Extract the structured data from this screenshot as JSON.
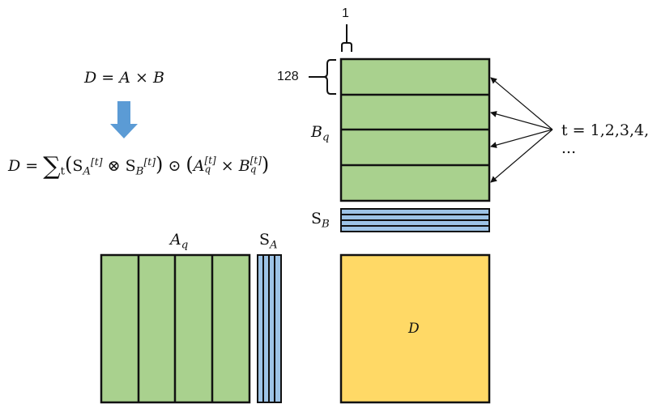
{
  "equations": {
    "top": "D = A × B",
    "bottom_prefix": "D = ",
    "sum_symbol": "∑",
    "sum_index": "t",
    "sa": "S",
    "sa_sub": "A",
    "sb": "S",
    "sb_sub": "B",
    "sup_t": "[t]",
    "otimes": "⊗",
    "odot": "⊙",
    "aq": "A",
    "bq": "B",
    "q": "q",
    "times": "×"
  },
  "labels": {
    "width_one": "1",
    "block_height": "128",
    "bq": "B",
    "bq_sub": "q",
    "sb": "S",
    "sb_sub": "B",
    "aq": "A",
    "aq_sub": "q",
    "sa": "S",
    "sa_sub": "A",
    "d": "D",
    "t_range": "t = 1,2,3,4, ..."
  },
  "colors": {
    "green_block": "#a9d18e",
    "blue_scale": "#9dc3e6",
    "yellow_result": "#ffd966",
    "arrow_blue": "#5b9bd5",
    "outline": "#111111"
  }
}
